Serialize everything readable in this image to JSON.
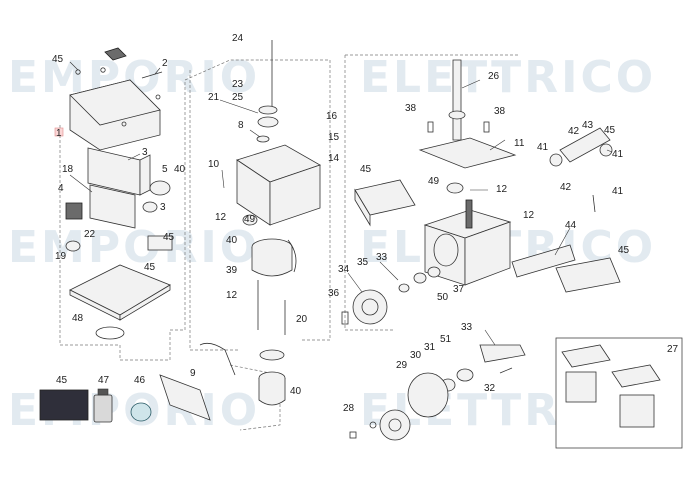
{
  "watermark": {
    "left": "EMPORIO",
    "right": "ELETTRICO"
  },
  "inset_label": "27",
  "callouts": {
    "c45a": "45",
    "c2": "2",
    "c1": "1",
    "c3a": "3",
    "c18": "18",
    "c5": "5",
    "c40a": "40",
    "c4": "4",
    "c3b": "3",
    "c22": "22",
    "c45b": "45",
    "c19": "19",
    "c45c": "45",
    "c48": "48",
    "c24": "24",
    "c23": "23",
    "c21": "21",
    "c25": "25",
    "c8": "8",
    "c10": "10",
    "c12a": "12",
    "c49a": "49",
    "c40b": "40",
    "c39": "39",
    "c12b": "12",
    "c20": "20",
    "c9": "9",
    "c40c": "40",
    "c16": "16",
    "c15": "15",
    "c14": "14",
    "c45d": "45",
    "c33a": "33",
    "c34": "34",
    "c35": "35",
    "c36": "36",
    "c38a": "38",
    "c38b": "38",
    "c26": "26",
    "c11": "11",
    "c49b": "49",
    "c12c": "12",
    "c12d": "12",
    "c50": "50",
    "c37": "37",
    "c43": "43",
    "c42a": "42",
    "c45e": "45",
    "c41a": "41",
    "c41b": "41",
    "c42b": "42",
    "c41c": "41",
    "c44": "44",
    "c45f": "45",
    "c33b": "33",
    "c30": "30",
    "c31": "31",
    "c51": "51",
    "c29": "29",
    "c32": "32",
    "c28": "28",
    "c45g": "45",
    "c47": "47",
    "c46": "46"
  }
}
